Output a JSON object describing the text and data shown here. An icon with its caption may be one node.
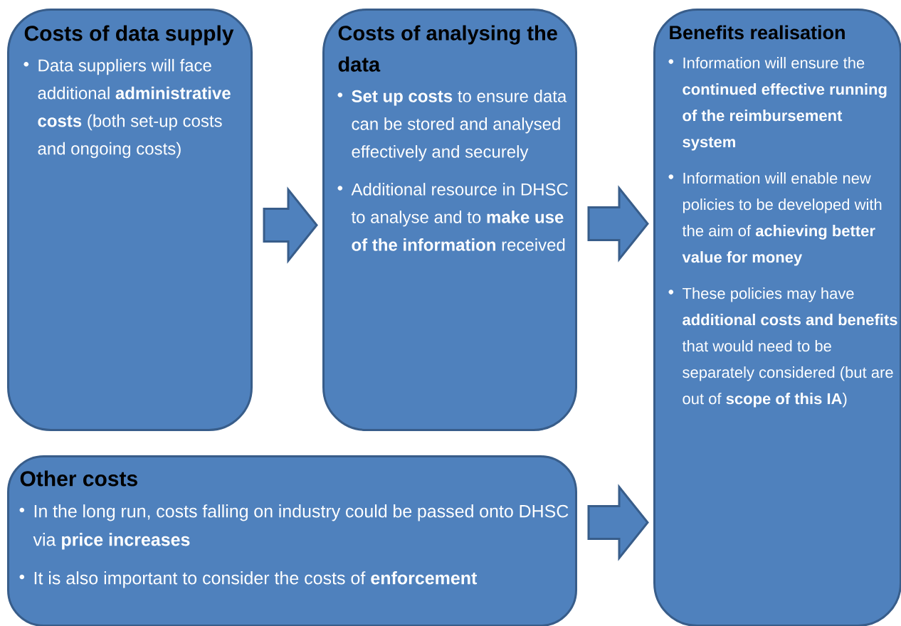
{
  "diagram": {
    "nodes": [
      {
        "text": [
          "Costs of data supply",
          "Data suppliers will face additional **administrative costs** (both set-up costs and ongoing costs)"
        ]
      },
      {
        "text": [
          "Costs of analysing the data",
          "**Set up costs** to ensure data can be stored and analysed effectively and securely",
          "Additional resource in DHSC to analyse and to **make use of the information** received"
        ]
      },
      {
        "text": [
          "Other costs",
          "In the long run, costs falling on industry could be passed onto DHSC via **price increases**",
          "It is also important to consider the costs of **enforcement**"
        ]
      },
      {
        "text": [
          "Benefits realisation",
          "Information will ensure the **continued effective running of the reimbursement system**",
          "Information will enable new policies to be developed with the aim of **achieving better value for money**",
          "These policies may have **additional costs and benefits** that would need to be separately considered (but are out of **scope of this IA**)"
        ]
      }
    ],
    "edges": [
      {
        "from": 0,
        "to": 1,
        "arrow": "to"
      },
      {
        "from": 1,
        "to": 3,
        "arrow": "to"
      },
      {
        "from": 2,
        "to": 3,
        "arrow": "to"
      }
    ]
  }
}
